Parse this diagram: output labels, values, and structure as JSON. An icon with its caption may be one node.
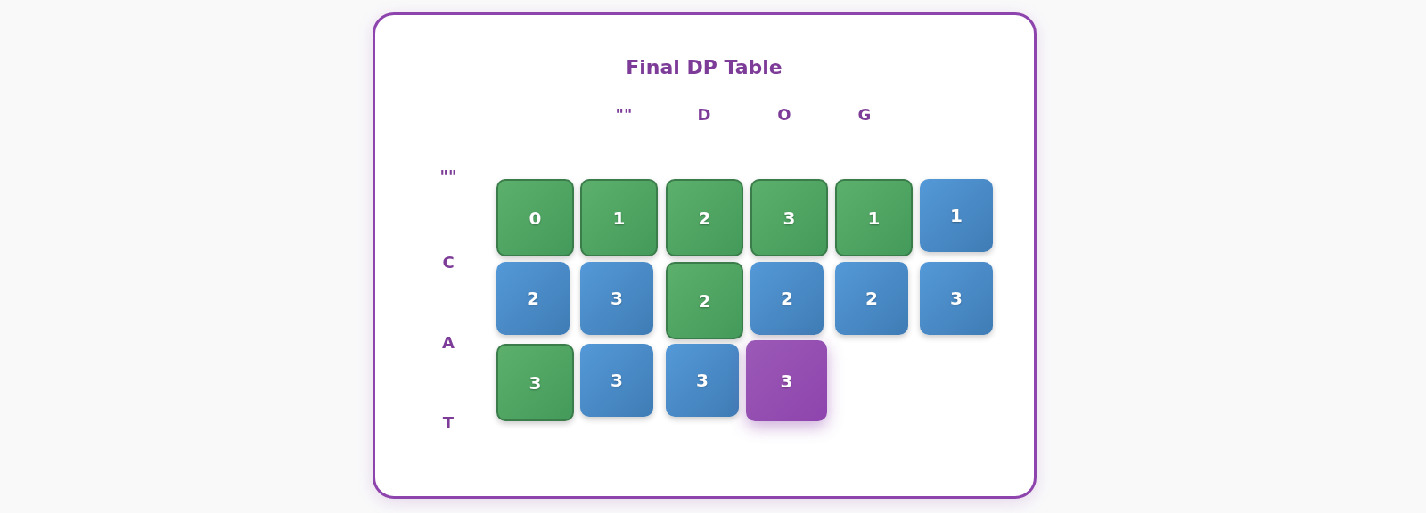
{
  "diagram": {
    "title": "Final DP Table",
    "nodes": [
      {
        "text": [
          "0"
        ]
      },
      {
        "text": [
          "1"
        ]
      },
      {
        "text": [
          "2"
        ]
      },
      {
        "text": [
          "3"
        ]
      },
      {
        "text": [
          "1"
        ]
      },
      {
        "text": [
          "1"
        ]
      },
      {
        "text": [
          "2"
        ]
      },
      {
        "text": [
          "3"
        ]
      },
      {
        "text": [
          "2"
        ]
      },
      {
        "text": [
          "2"
        ]
      },
      {
        "text": [
          "2"
        ]
      },
      {
        "text": [
          "3"
        ]
      },
      {
        "text": [
          "3"
        ]
      },
      {
        "text": [
          "3"
        ]
      },
      {
        "text": [
          "3"
        ]
      },
      {
        "text": [
          "3"
        ]
      }
    ],
    "labels": [
      "\"\"",
      "D",
      "O",
      "G",
      "\"\"",
      "C",
      "A",
      "T"
    ]
  }
}
